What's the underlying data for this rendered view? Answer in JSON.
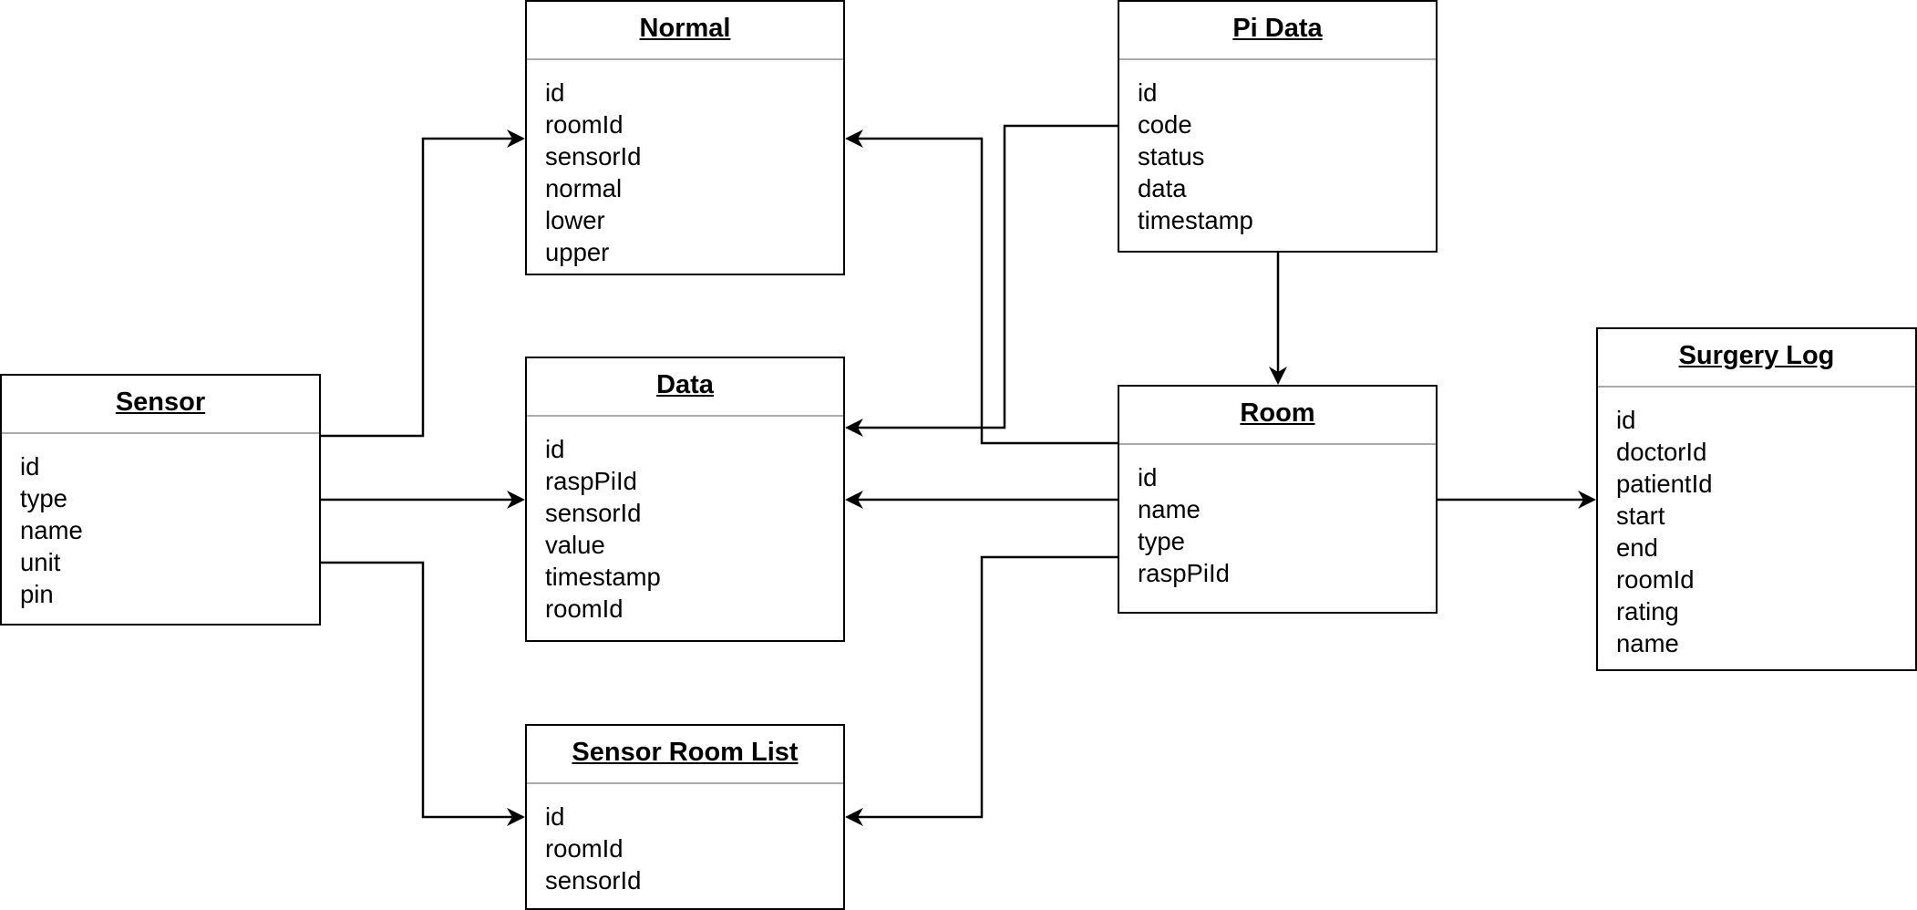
{
  "entities": {
    "normal": {
      "title": "Normal",
      "fields": [
        "id",
        "roomId",
        "sensorId",
        "normal",
        "lower",
        "upper"
      ]
    },
    "pi_data": {
      "title": "Pi Data",
      "fields": [
        "id",
        "code",
        "status",
        "data",
        "timestamp"
      ]
    },
    "data": {
      "title": "Data",
      "fields": [
        "id",
        "raspPiId",
        "sensorId",
        "value",
        "timestamp",
        "roomId"
      ]
    },
    "sensor": {
      "title": "Sensor",
      "fields": [
        "id",
        "type",
        "name",
        "unit",
        "pin"
      ]
    },
    "room": {
      "title": "Room",
      "fields": [
        "id",
        "name",
        "type",
        "raspPiId"
      ]
    },
    "surgery_log": {
      "title": "Surgery Log",
      "fields": [
        "id",
        "doctorId",
        "patientId",
        "start",
        "end",
        "roomId",
        "rating",
        "name"
      ]
    },
    "sensor_room_list": {
      "title": "Sensor Room List",
      "fields": [
        "id",
        "roomId",
        "sensorId"
      ]
    }
  },
  "relationships": [
    {
      "from": "sensor",
      "to": "normal"
    },
    {
      "from": "sensor",
      "to": "data"
    },
    {
      "from": "sensor",
      "to": "sensor_room_list"
    },
    {
      "from": "pi_data",
      "to": "data"
    },
    {
      "from": "pi_data",
      "to": "room"
    },
    {
      "from": "room",
      "to": "normal"
    },
    {
      "from": "room",
      "to": "data"
    },
    {
      "from": "room",
      "to": "sensor_room_list"
    },
    {
      "from": "room",
      "to": "surgery_log"
    }
  ],
  "colors": {
    "line": "#000000",
    "divider": "#aaaaaa",
    "background": "#ffffff"
  }
}
